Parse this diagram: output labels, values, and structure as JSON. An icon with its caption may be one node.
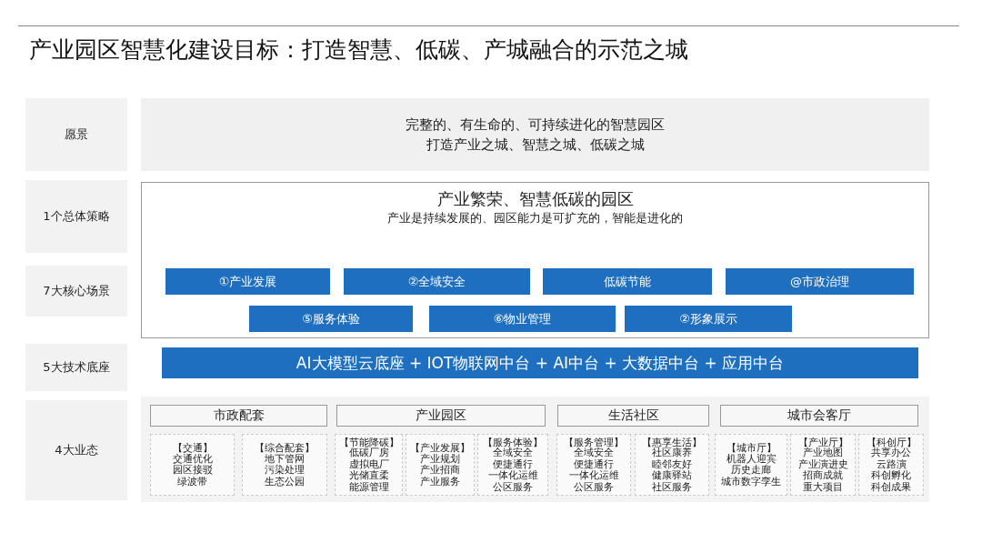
{
  "diagram": {
    "title": "产业园区智慧化建设目标：打造智慧、低碳、产城融合的示范之城",
    "nodes": [
      {
        "text": [
          "愿景"
        ]
      },
      {
        "text": [
          "完整的、有生命的、可持续进化的智慧园区",
          "打造产业之城、智慧之城、低碳之城"
        ]
      },
      {
        "text": [
          "1个总体策略"
        ]
      },
      {
        "text": [
          "产业繁荣、智慧低碳的园区",
          "产业是持续发展的、园区能力是可扩充的，智能是进化的"
        ]
      },
      {
        "text": [
          "7大核心场景"
        ]
      },
      {
        "text": [
          "①产业发展"
        ],
        "in": 3
      },
      {
        "text": [
          "②全域安全"
        ],
        "in": 3
      },
      {
        "text": [
          "低碳节能"
        ],
        "in": 3
      },
      {
        "text": [
          "@市政治理"
        ],
        "in": 3
      },
      {
        "text": [
          "⑤服务体验"
        ],
        "in": 3
      },
      {
        "text": [
          "⑥物业管理"
        ],
        "in": 3
      },
      {
        "text": [
          "②形象展示"
        ],
        "in": 3
      },
      {
        "text": [
          "5大技术底座"
        ]
      },
      {
        "text": [
          "AI大模型云底座 + IOT物联网中台 + AI中台 + 大数据中台 + 应用中台"
        ]
      },
      {
        "text": [
          "4大业态"
        ]
      },
      {
        "text": [
          "市政配套"
        ]
      },
      {
        "text": [
          "【交通】",
          "交通优化",
          "园区接驳",
          "绿波带"
        ]
      },
      {
        "text": [
          "【综合配套】",
          "地下管网",
          "污染处理",
          "生态公园"
        ]
      },
      {
        "text": [
          "产业园区"
        ]
      },
      {
        "text": [
          "【节能降碳】",
          "低碳厂房",
          "虚拟电厂",
          "光储直柔",
          "能源管理"
        ]
      },
      {
        "text": [
          "【产业发展】",
          "产业规划",
          "产业招商",
          "产业服务"
        ]
      },
      {
        "text": [
          "【服务体验】",
          "全域安全",
          "便捷通行",
          "一体化运维",
          "公区服务"
        ]
      },
      {
        "text": [
          "生活社区"
        ]
      },
      {
        "text": [
          "【服务管理】",
          "全域安全",
          "便捷通行",
          "一体化运维",
          "公区服务"
        ]
      },
      {
        "text": [
          "【惠享生活】",
          "社区康养",
          "睦邻友好",
          "健康驿站",
          "社区服务"
        ]
      },
      {
        "text": [
          "城市会客厅"
        ]
      },
      {
        "text": [
          "【城市厅】",
          "机器人迎宾",
          "历史走廊",
          "城市数字孪生"
        ]
      },
      {
        "text": [
          "【产业厅】",
          "产业地图",
          "产业演进史",
          "招商成就",
          "重大项目"
        ]
      },
      {
        "text": [
          "【科创厅】",
          "共享办公",
          "云路演",
          "科创孵化",
          "科创成果"
        ]
      }
    ]
  }
}
